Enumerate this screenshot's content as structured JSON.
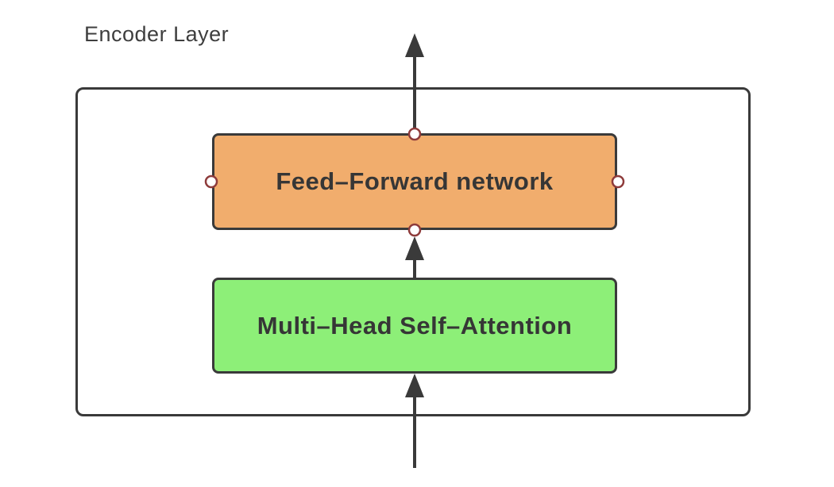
{
  "title": "Encoder Layer",
  "blocks": {
    "ffn": {
      "label": "Feed–Forward network"
    },
    "mhsa": {
      "label": "Multi–Head Self–Attention"
    }
  },
  "arrows": {
    "input_arrow": "input into Multi-Head Self-Attention (bottom, pointing up)",
    "mhsa_to_ffn_arrow": "Multi-Head Self-Attention to Feed-Forward network (pointing up)",
    "output_arrow": "Feed-Forward network output leaving encoder (top, pointing up)"
  },
  "handles": [
    "top",
    "bottom",
    "left",
    "right"
  ],
  "colors": {
    "outline": "#3A3A3A",
    "ffn_fill": "#F1AD6D",
    "mhsa_fill": "#8DEF78",
    "handle_border": "#8E3B3B",
    "label_text": "#363636",
    "title_text": "#3E3E3E"
  }
}
